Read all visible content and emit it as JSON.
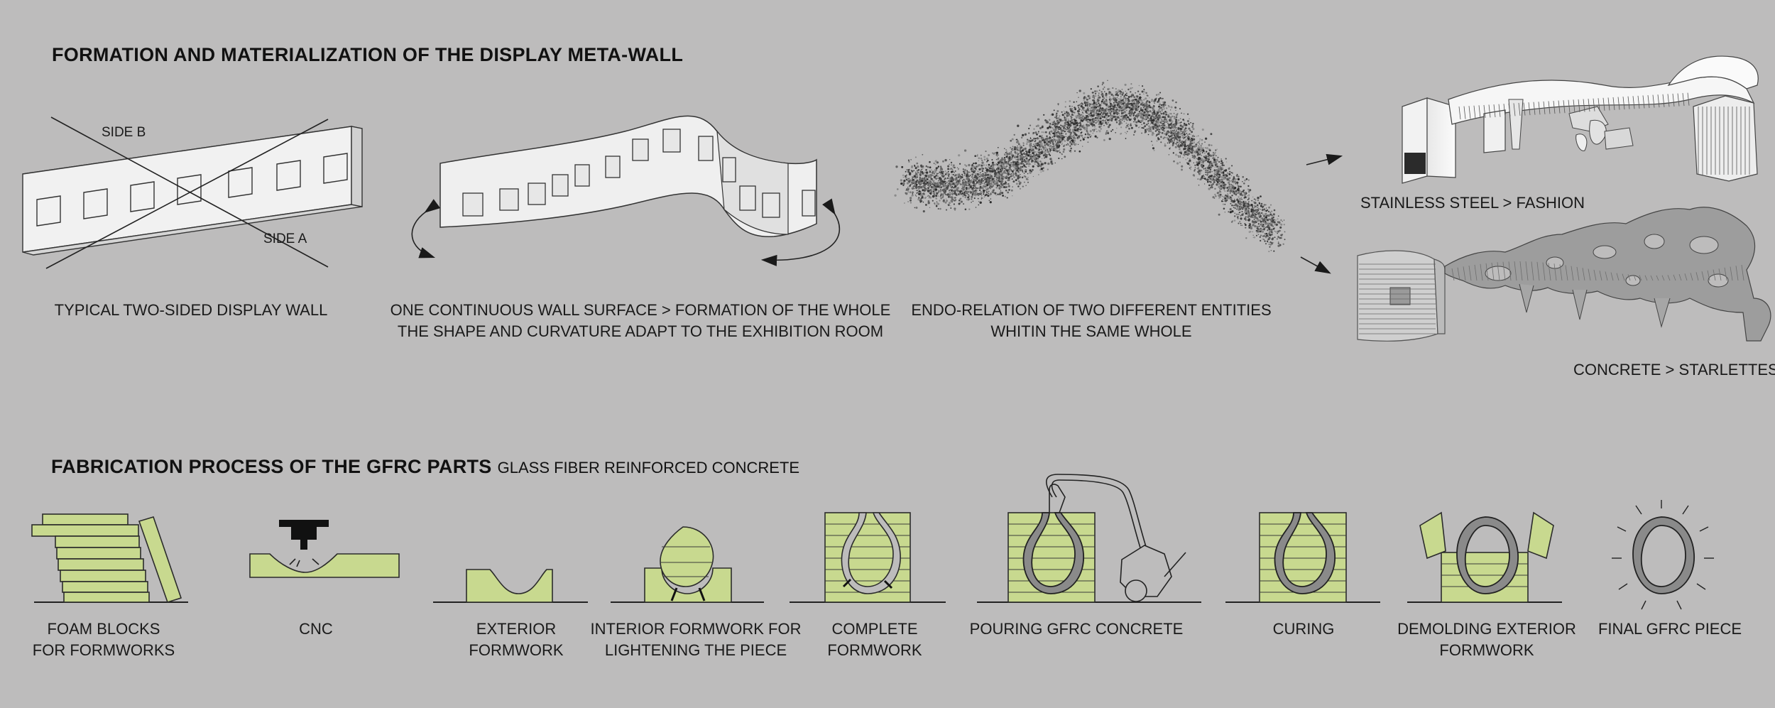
{
  "section1": {
    "title": "FORMATION AND MATERIALIZATION OF THE DISPLAY META-WALL",
    "panels": [
      {
        "caption_lines": [
          "TYPICAL TWO-SIDED DISPLAY WALL"
        ],
        "labels": [
          "SIDE B",
          "SIDE A"
        ]
      },
      {
        "caption_lines": [
          "ONE CONTINUOUS WALL SURFACE > FORMATION OF THE WHOLE",
          "THE SHAPE AND CURVATURE ADAPT TO THE EXHIBITION ROOM"
        ]
      },
      {
        "caption_lines": [
          "ENDO-RELATION OF TWO DIFFERENT ENTITIES",
          "WHITIN THE SAME WHOLE"
        ]
      }
    ],
    "materials": [
      {
        "label": "STAINLESS STEEL > FASHION"
      },
      {
        "label": "CONCRETE > STARLETTES"
      }
    ]
  },
  "section2": {
    "title": "FABRICATION PROCESS OF THE GFRC PARTS",
    "subtitle": "GLASS FIBER REINFORCED CONCRETE",
    "steps": [
      {
        "lines": [
          "FOAM BLOCKS",
          "FOR FORMWORKS"
        ]
      },
      {
        "lines": [
          "CNC"
        ]
      },
      {
        "lines": [
          "EXTERIOR",
          "FORMWORK"
        ]
      },
      {
        "lines": [
          "INTERIOR FORMWORK FOR",
          "LIGHTENING THE PIECE"
        ]
      },
      {
        "lines": [
          "COMPLETE",
          "FORMWORK"
        ]
      },
      {
        "lines": [
          "POURING GFRC CONCRETE"
        ]
      },
      {
        "lines": [
          "CURING"
        ]
      },
      {
        "lines": [
          "DEMOLDING EXTERIOR",
          "FORMWORK"
        ]
      },
      {
        "lines": [
          "FINAL GFRC PIECE"
        ]
      }
    ]
  },
  "colors": {
    "background": "#bdbcbc",
    "foam": "#c8d98f",
    "concrete": "#8a8a8a",
    "steel": "#f4f4f4"
  }
}
